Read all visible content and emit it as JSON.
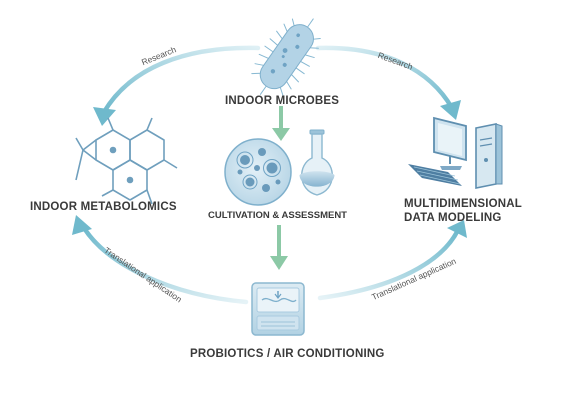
{
  "nodes": {
    "microbes": "INDOOR  MICROBES",
    "metabolomics": "INDOOR METABOLOMICS",
    "cultivation": "CULTIVATION & ASSESSMENT",
    "modeling_line1": "MULTIDIMENSIONAL",
    "modeling_line2": "DATA MODELING",
    "probiotics": "PROBIOTICS / AIR CONDITIONING"
  },
  "arrows": {
    "research_left": "Research",
    "research_right": "Research",
    "translational_left": "Translational application",
    "translational_right": "Translational application"
  },
  "colors": {
    "arrow_blue": "#7fc3d3",
    "arrow_green": "#8cc9a6",
    "icon_blue": "#5f9fc0",
    "icon_light": "#b9d7e6",
    "text": "#3a3a3a"
  },
  "icons": {
    "microbe": "bacterium-icon",
    "molecule": "molecule-structure-icon",
    "petri": "petri-dish-icon",
    "flask": "flask-icon",
    "computer": "computer-icon",
    "device": "air-conditioner-icon"
  }
}
